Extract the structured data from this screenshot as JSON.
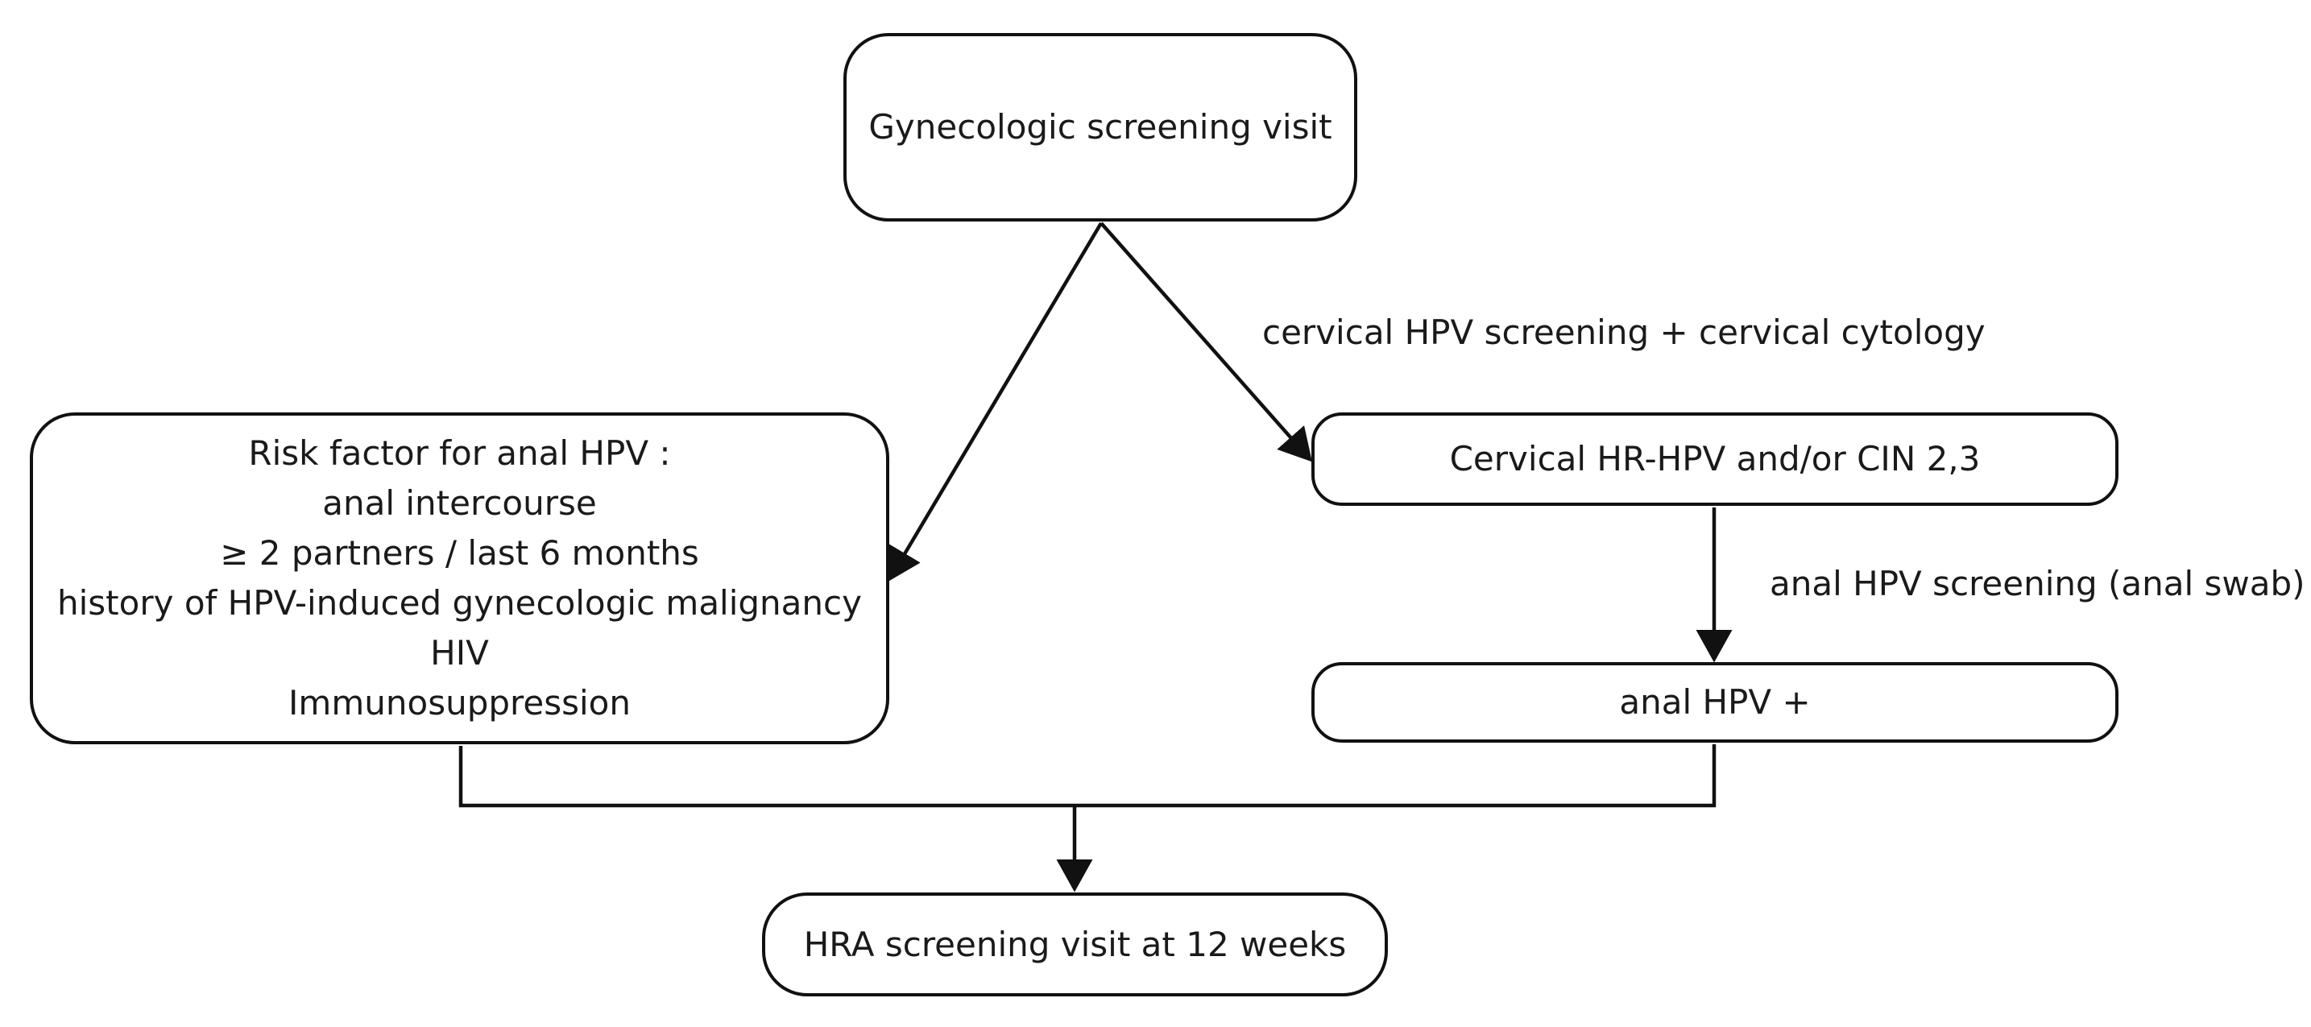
{
  "nodes": {
    "top": "Gynecologic screening visit",
    "risk": {
      "lines": [
        "Risk factor for anal HPV :",
        "anal intercourse",
        "≥ 2 partners / last 6 months",
        "history of HPV-induced  gynecologic malignancy",
        "HIV",
        "Immunosuppression"
      ]
    },
    "cervical": "Cervical HR-HPV and/or CIN 2,3",
    "anal": "anal HPV +",
    "hra": "HRA screening visit at 12 weeks"
  },
  "edge_labels": {
    "cervical_screening": "cervical HPV screening + cervical cytology",
    "anal_screening": "anal HPV screening (anal swab)"
  },
  "colors": {
    "stroke": "#111111",
    "text": "#1a1a1a",
    "background": "#ffffff"
  }
}
